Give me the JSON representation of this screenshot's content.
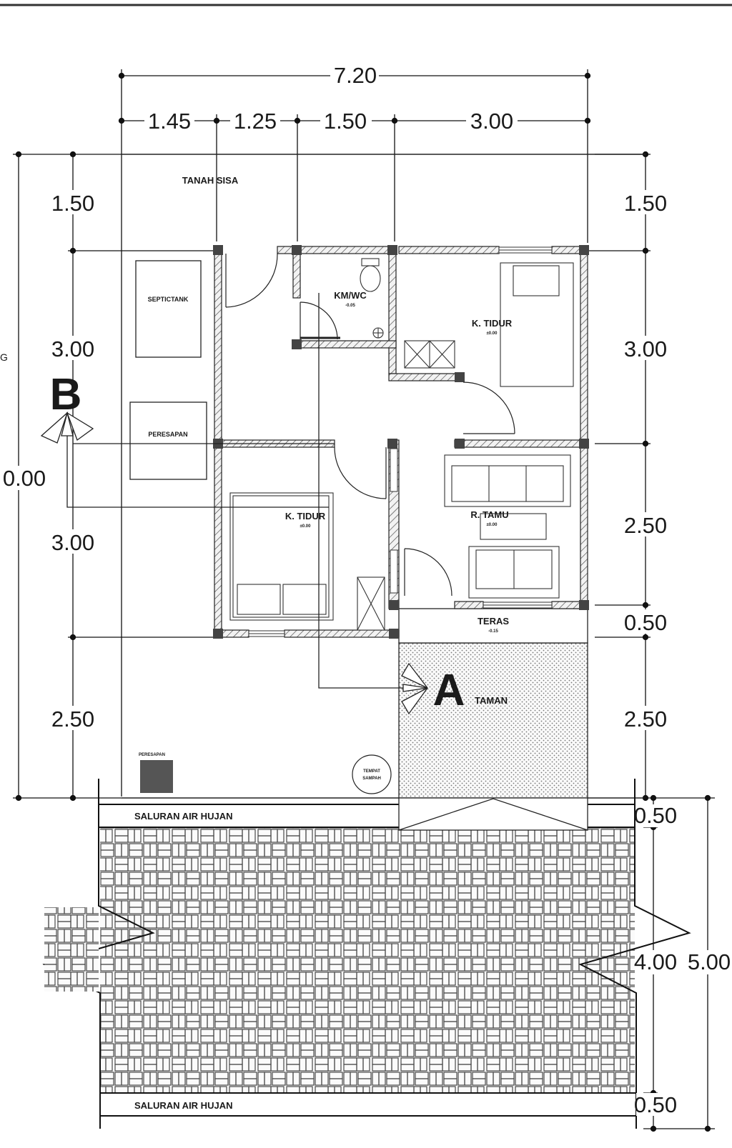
{
  "dimensions": {
    "top_total": "7.20",
    "top_segments": [
      "1.45",
      "1.25",
      "1.50",
      "3.00"
    ],
    "left_segments": [
      "1.50",
      "3.00",
      "3.00",
      "2.50"
    ],
    "left_total": "0.00",
    "left_cut_text": "G",
    "right_segments": [
      "1.50",
      "3.00",
      "2.50",
      "0.50",
      "2.50"
    ],
    "road_segments": [
      "0.50",
      "4.00",
      "0.50"
    ],
    "road_total": "5.00"
  },
  "rooms": {
    "tanah_sisa": "TANAH SISA",
    "septictank": "SEPTICTANK",
    "peresapan": "PERESAPAN",
    "peresapan_small": "PERESAPAN",
    "kmwc": {
      "label": "KM/WC",
      "level": "-0.05"
    },
    "tidur_1": {
      "label": "K. TIDUR",
      "level": "±0.00"
    },
    "tidur_2": {
      "label": "K. TIDUR",
      "level": "±0.00"
    },
    "tamu": {
      "label": "R. TAMU",
      "level": "±0.00"
    },
    "teras": {
      "label": "TERAS",
      "level": "-0.15"
    },
    "taman": "TAMAN",
    "tempat_sampah": [
      "TEMPAT",
      "SAMPAH"
    ]
  },
  "sections": {
    "a": "A",
    "b": "B"
  },
  "drainage": {
    "top": "SALURAN AIR HUJAN",
    "bottom": "SALURAN AIR HUJAN"
  }
}
